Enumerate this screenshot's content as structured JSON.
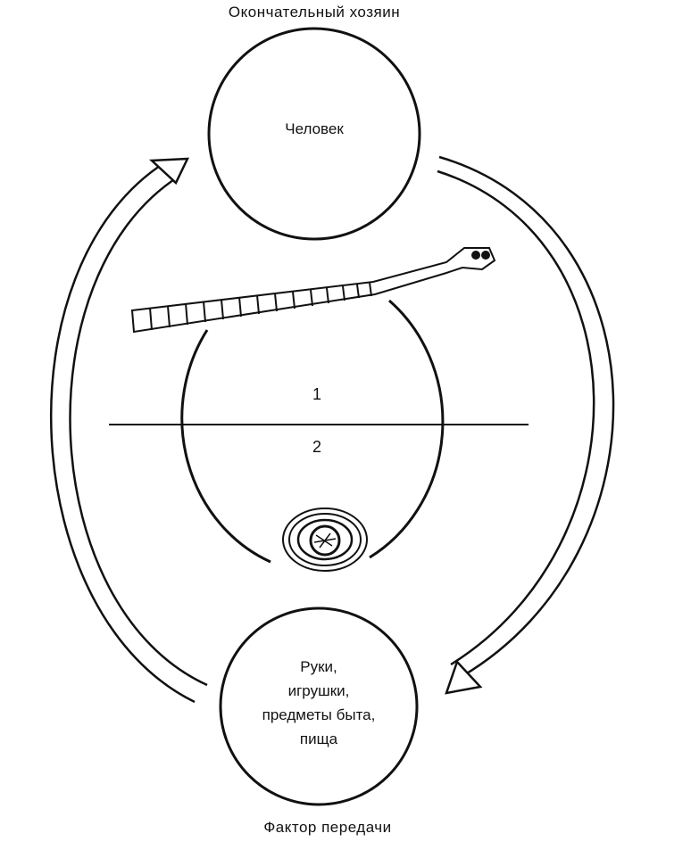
{
  "diagram": {
    "definitive_host_label": "Окончательный хозяин",
    "host_name": "Человек",
    "stage_1": "1",
    "stage_2": "2",
    "factor_lines": [
      "Руки,",
      "игрушки,",
      "предметы быта,",
      "пища"
    ],
    "transmission_label": "Фактор передачи"
  },
  "colors": {
    "stroke": "#111111",
    "background": "#ffffff"
  },
  "icons": {
    "worm": "tapeworm-icon",
    "egg": "egg-icon",
    "arrow_down": "cycle-arrow-down",
    "arrow_up": "cycle-arrow-up"
  }
}
